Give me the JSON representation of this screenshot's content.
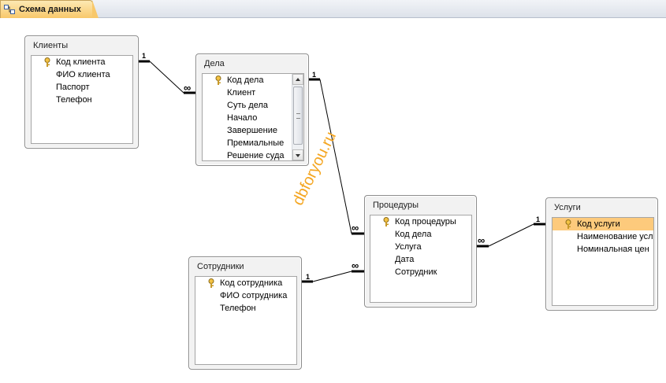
{
  "tab": {
    "label": "Схема данных",
    "icon": "relationships-icon"
  },
  "tables": {
    "clients": {
      "title": "Клиенты",
      "fields": [
        "Код клиента",
        "ФИО клиента",
        "Паспорт",
        "Телефон"
      ]
    },
    "cases": {
      "title": "Дела",
      "fields": [
        "Код дела",
        "Клиент",
        "Суть дела",
        "Начало",
        "Завершение",
        "Премиальные",
        "Решение суда"
      ]
    },
    "procedures": {
      "title": "Процедуры",
      "fields": [
        "Код процедуры",
        "Код дела",
        "Услуга",
        "Дата",
        "Сотрудник"
      ]
    },
    "employees": {
      "title": "Сотрудники",
      "fields": [
        "Код сотрудника",
        "ФИО сотрудника",
        "Телефон"
      ]
    },
    "services": {
      "title": "Услуги",
      "fields": [
        "Код услуги",
        "Наименование усл",
        "Номинальная цен"
      ],
      "selected_field": "Код услуги"
    }
  },
  "relations": [
    {
      "from": "Клиенты.Код клиента",
      "to": "Дела.Клиент",
      "one": "1",
      "many": "∞"
    },
    {
      "from": "Дела.Код дела",
      "to": "Процедуры.Код дела",
      "one": "1",
      "many": "∞"
    },
    {
      "from": "Сотрудники.Код сотрудника",
      "to": "Процедуры.Сотрудник",
      "one": "1",
      "many": "∞"
    },
    {
      "from": "Услуги.Код услуги",
      "to": "Процедуры.Услуга",
      "one": "1",
      "many": "∞"
    }
  ],
  "watermark": "dbforyou.ru",
  "colors": {
    "selected_row": "#fdca7c",
    "tab": "#f8c86b",
    "watermark": "#f4a622"
  }
}
